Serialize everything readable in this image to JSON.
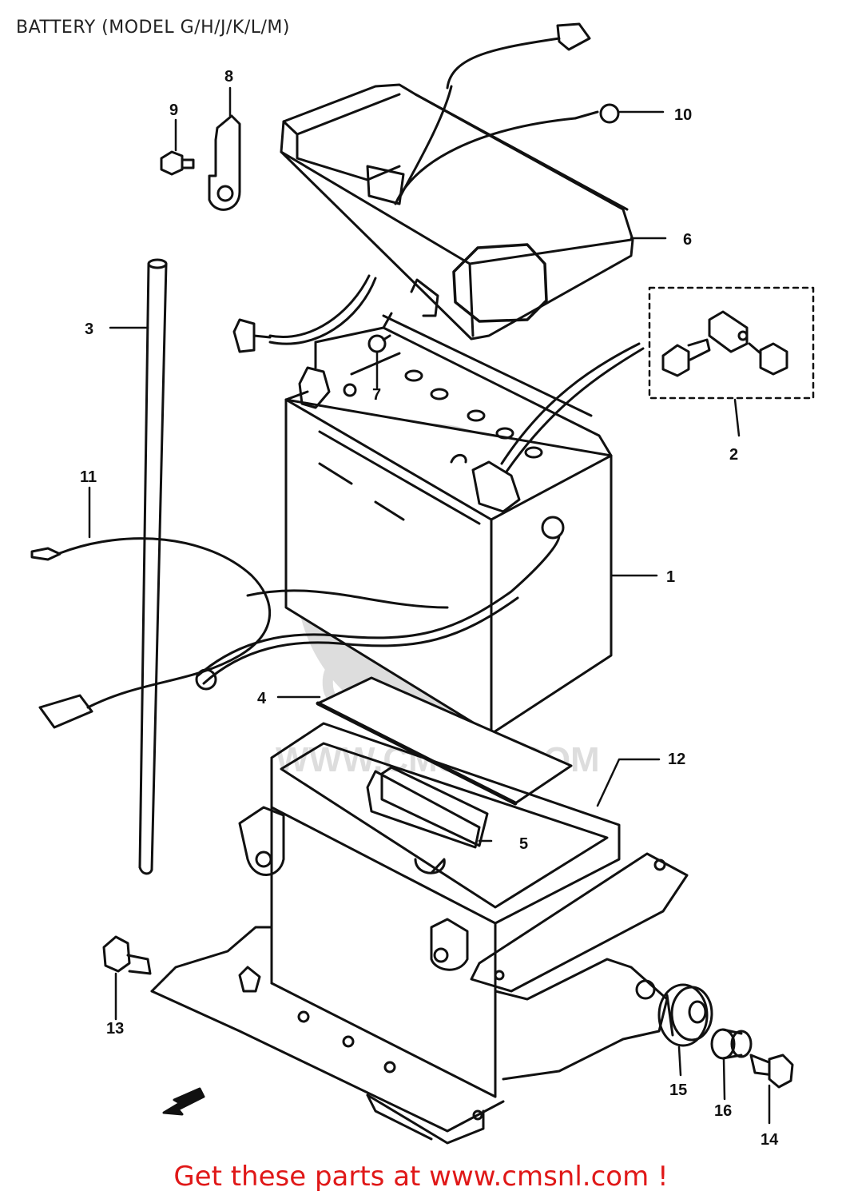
{
  "title": "BATTERY (MODEL G/H/J/K/L/M)",
  "footer": "Get these parts at www.cmsnl.com !",
  "watermark": {
    "logo": "CMS",
    "url": "WWW.CMSNL.COM"
  },
  "callouts": [
    "1",
    "2",
    "3",
    "4",
    "5",
    "6",
    "7",
    "8",
    "9",
    "10",
    "11",
    "12",
    "13",
    "14",
    "15",
    "16"
  ],
  "colors": {
    "line": "#111111",
    "footer": "#e01818",
    "watermark": "#cccccc"
  }
}
